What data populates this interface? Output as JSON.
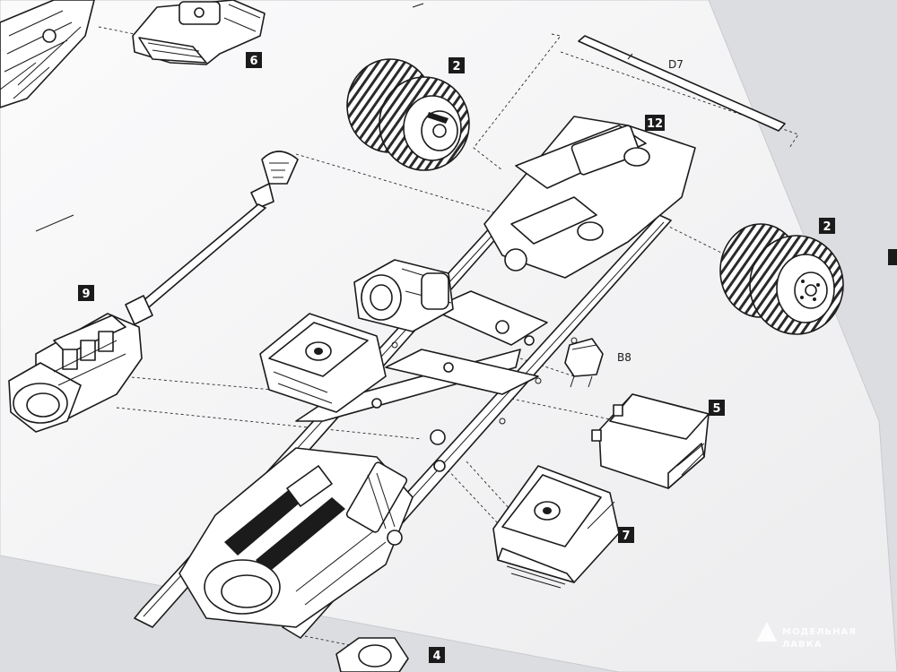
{
  "diagram": {
    "part_numbers": [
      "6",
      "2",
      "12",
      "2",
      "9",
      "5",
      "7",
      "4"
    ],
    "part_refs": [
      "D7",
      "B8"
    ]
  },
  "watermark": {
    "line1": "МОДЕЛЬНАЯ",
    "line2": "ЛАВКА"
  },
  "colors": {
    "paper": "#f7f7f8",
    "background": "#dcdde0",
    "ink": "#1b1b1b"
  }
}
